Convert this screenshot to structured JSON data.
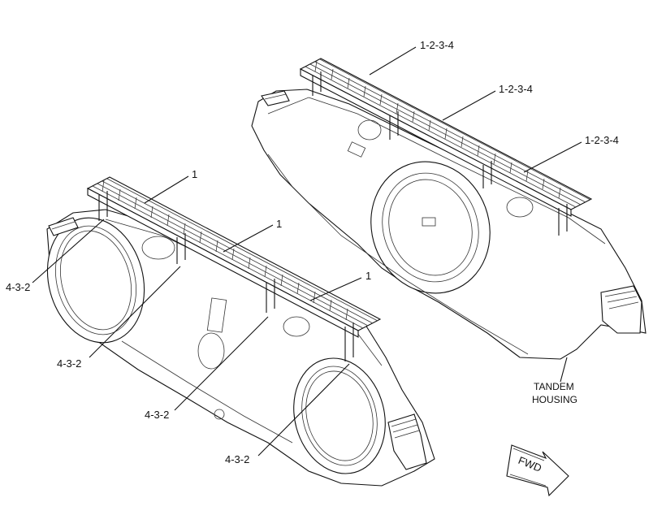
{
  "callouts": {
    "rear_1": "1-2-3-4",
    "rear_2": "1-2-3-4",
    "rear_3": "1-2-3-4",
    "front_1": "1",
    "front_2": "1",
    "front_3": "1",
    "left_1": "4-3-2",
    "left_2": "4-3-2",
    "left_3": "4-3-2",
    "left_4": "4-3-2"
  },
  "housing_label": {
    "line1": "TANDEM",
    "line2": "HOUSING"
  },
  "direction_arrow": {
    "label": "FWD"
  }
}
